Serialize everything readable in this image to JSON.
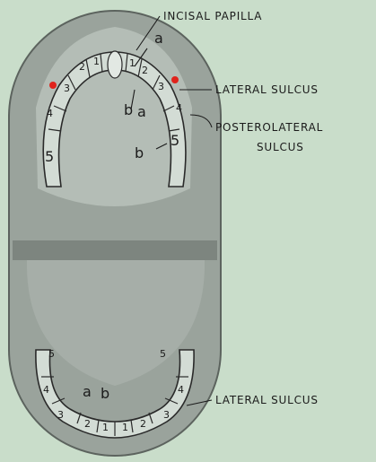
{
  "labels": {
    "incisal_papilla": "INCISAL PAPILLA",
    "lateral_sulcus_top": "LATERAL SULCUS",
    "posterolateral_line1": "POSTEROLATERAL",
    "posterolateral_line2": "SULCUS",
    "lateral_sulcus_bottom": "LATERAL SULCUS"
  },
  "upper_letters": {
    "a_top": "a",
    "b_left": "b",
    "a_mid": "a",
    "b_lower": "b"
  },
  "upper_teeth_left": [
    "1",
    "2",
    "3",
    "4",
    "5"
  ],
  "upper_teeth_right": [
    "1",
    "2",
    "3",
    "4",
    "5"
  ],
  "lower_teeth_left": [
    "5",
    "4",
    "3",
    "2",
    "1"
  ],
  "lower_teeth_right": [
    "5",
    "4",
    "3",
    "2",
    "1"
  ],
  "lower_letters": {
    "a": "a",
    "b": "b"
  },
  "colors": {
    "background": "#c9ddca",
    "tray": "#9ea7a0",
    "ridge": "#b9c2bb",
    "marker": "#e0231c",
    "ink": "#1b1b1b"
  }
}
